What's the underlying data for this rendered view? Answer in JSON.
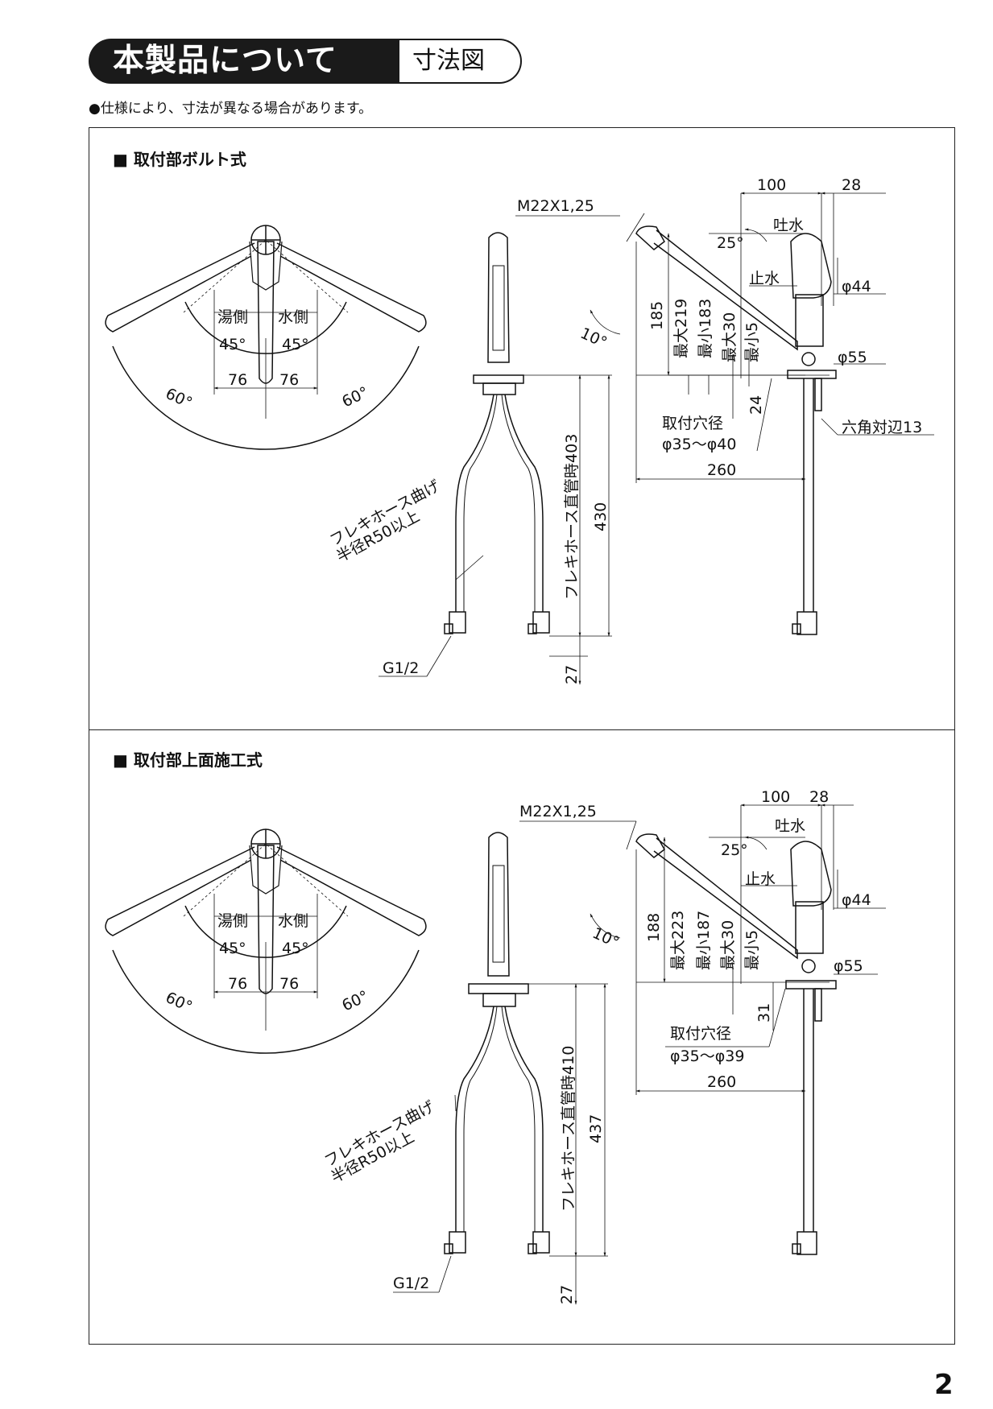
{
  "header": {
    "title": "本製品について",
    "subtitle": "寸法図"
  },
  "note": "●仕様により、寸法が異なる場合があります。",
  "page_number": "2",
  "section1": {
    "title": "■ 取付部ボルト式",
    "hot": "湯側",
    "cold": "水側",
    "angle45a": "45°",
    "angle45b": "45°",
    "d76a": "76",
    "d76b": "76",
    "angle60a": "60°",
    "angle60b": "60°",
    "thread": "M22X1,25",
    "hose_bend_1": "フレキホース曲げ",
    "hose_bend_2": "半径R50以上",
    "hose_straight": "フレキホース直管時403",
    "d430": "430",
    "d27": "27",
    "g12": "G1/2",
    "d100": "100",
    "d28": "28",
    "spout": "吐水",
    "a25": "25°",
    "stop": "止水",
    "phi44": "φ44",
    "phi55": "φ55",
    "d185": "185",
    "max219": "最大219",
    "min183": "最小183",
    "max30": "最大30",
    "min5": "最小5",
    "d24": "24",
    "a10": "10°",
    "hole_label": "取付穴径",
    "hole_range": "φ35～φ40",
    "hex": "六角対辺13",
    "d260": "260"
  },
  "section2": {
    "title": "■ 取付部上面施工式",
    "hot": "湯側",
    "cold": "水側",
    "angle45a": "45°",
    "angle45b": "45°",
    "d76a": "76",
    "d76b": "76",
    "angle60a": "60°",
    "angle60b": "60°",
    "thread": "M22X1,25",
    "hose_bend_1": "フレキホース曲げ",
    "hose_bend_2": "半径R50以上",
    "hose_straight": "フレキホース直管時410",
    "d437": "437",
    "d27": "27",
    "g12": "G1/2",
    "d100": "100",
    "d28": "28",
    "spout": "吐水",
    "a25": "25°",
    "stop": "止水",
    "phi44": "φ44",
    "phi55": "φ55",
    "d188": "188",
    "max223": "最大223",
    "min187": "最小187",
    "max30": "最大30",
    "min5": "最小5",
    "d31": "31",
    "a10": "10°",
    "hole_label": "取付穴径",
    "hole_range": "φ35～φ39",
    "d260": "260"
  }
}
